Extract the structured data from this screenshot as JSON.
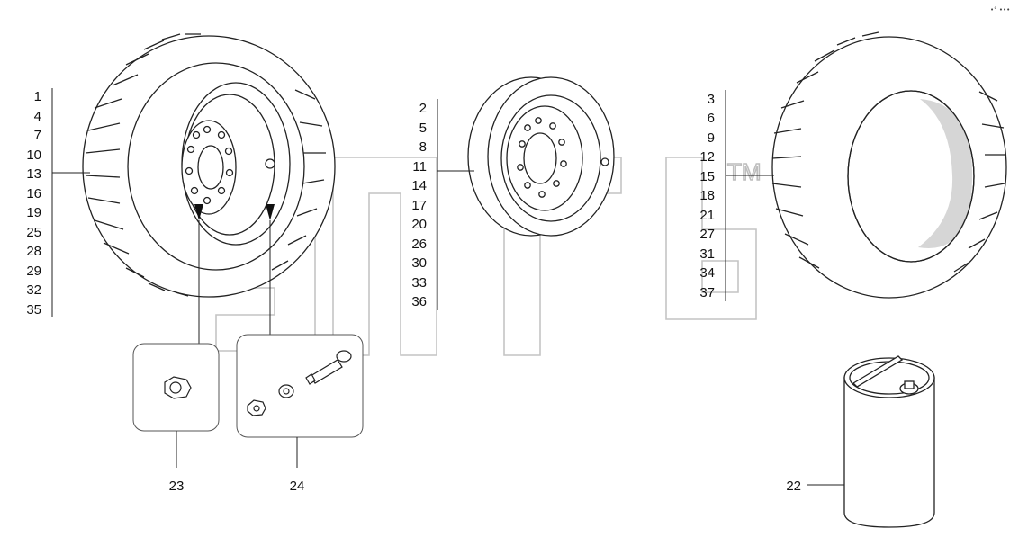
{
  "corner_mark": "•° •••",
  "watermark_tm": "TM",
  "groups": {
    "left": [
      "1",
      "4",
      "7",
      "10",
      "13",
      "16",
      "19",
      "25",
      "28",
      "29",
      "32",
      "35"
    ],
    "middle": [
      "2",
      "5",
      "8",
      "11",
      "14",
      "17",
      "20",
      "26",
      "30",
      "33",
      "36"
    ],
    "right": [
      "3",
      "6",
      "9",
      "12",
      "15",
      "18",
      "21",
      "27",
      "31",
      "34",
      "37"
    ]
  },
  "callouts": {
    "nut_box": "23",
    "valve_box": "24",
    "can": "22"
  },
  "colors": {
    "line": "#222222",
    "watermark": "#c4c4c4",
    "tire_inner": "#d6d6d6"
  }
}
